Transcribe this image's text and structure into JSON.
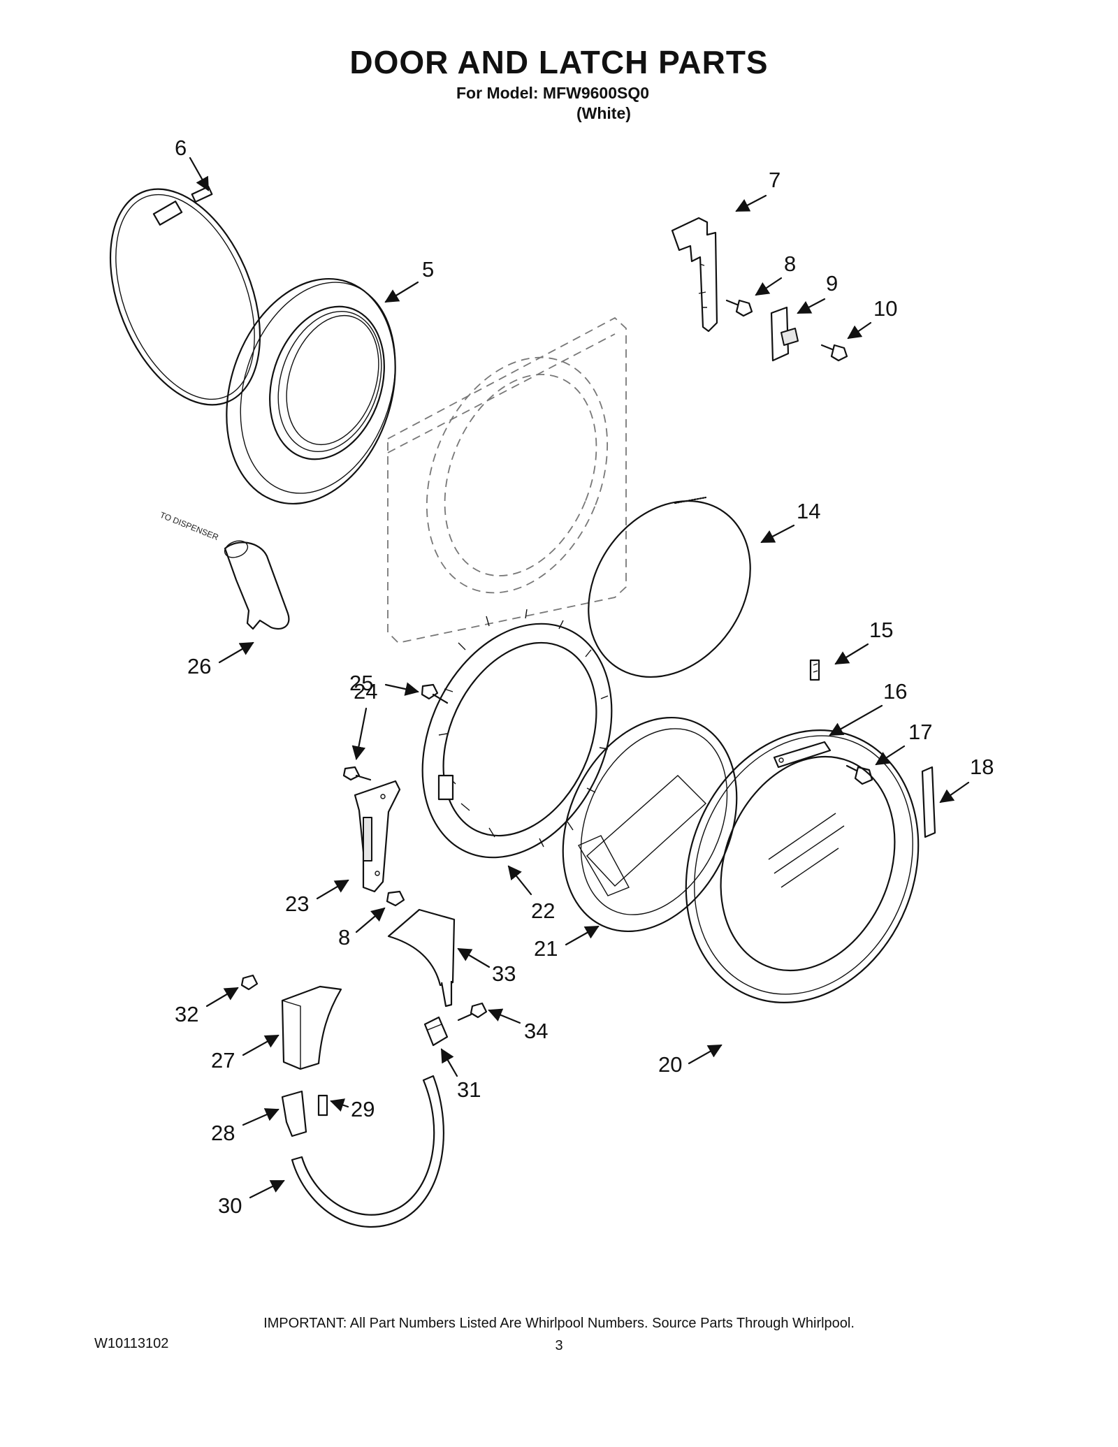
{
  "header": {
    "title": "DOOR AND LATCH PARTS",
    "model_line": "For Model: MFW9600SQ0",
    "color_line": "(White)"
  },
  "diagram": {
    "callouts": {
      "c5": "5",
      "c6": "6",
      "c7": "7",
      "c8a": "8",
      "c9": "9",
      "c10": "10",
      "c14": "14",
      "c15": "15",
      "c16": "16",
      "c17": "17",
      "c18": "18",
      "c20": "20",
      "c21": "21",
      "c22": "22",
      "c23": "23",
      "c24": "24",
      "c25": "25",
      "c26": "26",
      "c27": "27",
      "c28": "28",
      "c29": "29",
      "c30": "30",
      "c31": "31",
      "c32": "32",
      "c33": "33",
      "c34": "34",
      "c8b": "8"
    },
    "note": "TO DISPENSER"
  },
  "footer": {
    "important": "IMPORTANT: All Part Numbers Listed Are Whirlpool Numbers. Source Parts Through Whirlpool.",
    "doc_number": "W10113102",
    "page_number": "3"
  }
}
